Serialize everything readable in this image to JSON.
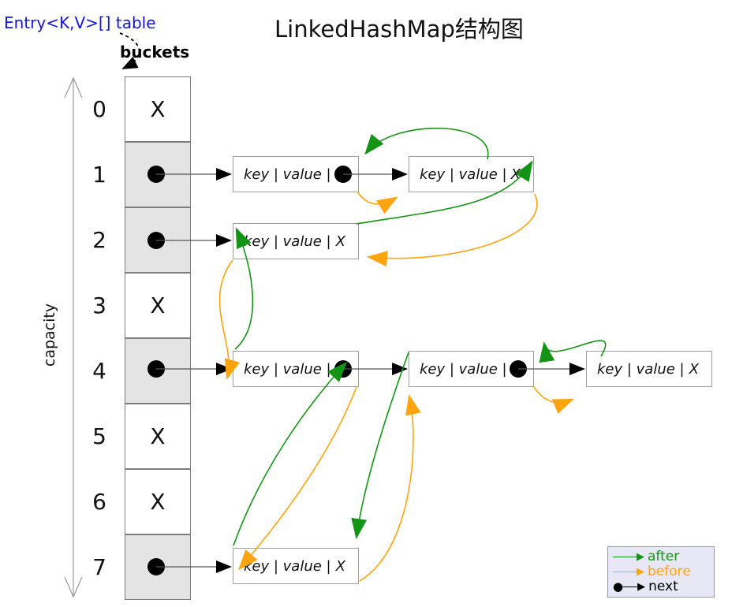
{
  "title": "LinkedHashMap结构图",
  "array_label": "Entry<K,V>[] table",
  "buckets_label": "buckets",
  "axis_label": "capacity",
  "buckets": [
    {
      "index": "0",
      "mark": "X",
      "filled": false
    },
    {
      "index": "1",
      "mark": "",
      "filled": true
    },
    {
      "index": "2",
      "mark": "",
      "filled": true
    },
    {
      "index": "3",
      "mark": "X",
      "filled": false
    },
    {
      "index": "4",
      "mark": "",
      "filled": true
    },
    {
      "index": "5",
      "mark": "X",
      "filled": false
    },
    {
      "index": "6",
      "mark": "X",
      "filled": false
    },
    {
      "index": "7",
      "mark": "",
      "filled": true
    }
  ],
  "nodes": [
    {
      "id": "bucket1-node1",
      "text": "key | value |",
      "tail": ""
    },
    {
      "id": "bucket1-node2",
      "text": "key | value |",
      "tail": "X"
    },
    {
      "id": "bucket2-node1",
      "text": "key | value |",
      "tail": "X"
    },
    {
      "id": "bucket4-node1",
      "text": "key | value |",
      "tail": ""
    },
    {
      "id": "bucket4-node2",
      "text": "key | value |",
      "tail": ""
    },
    {
      "id": "bucket4-node3",
      "text": "key | value |",
      "tail": "X"
    },
    {
      "id": "bucket7-node1",
      "text": "key | value |",
      "tail": "X"
    }
  ],
  "legend": {
    "items": [
      {
        "label": "after",
        "color": "#149414"
      },
      {
        "label": "before",
        "color": "#FFA40D"
      },
      {
        "label": "next",
        "color": "#000000"
      }
    ]
  },
  "colors": {
    "after": "#149414",
    "before": "#FFA40D",
    "next": "#000000",
    "bucket_fill": "#E4E4E4",
    "array_label_blue": "#1414DD"
  }
}
